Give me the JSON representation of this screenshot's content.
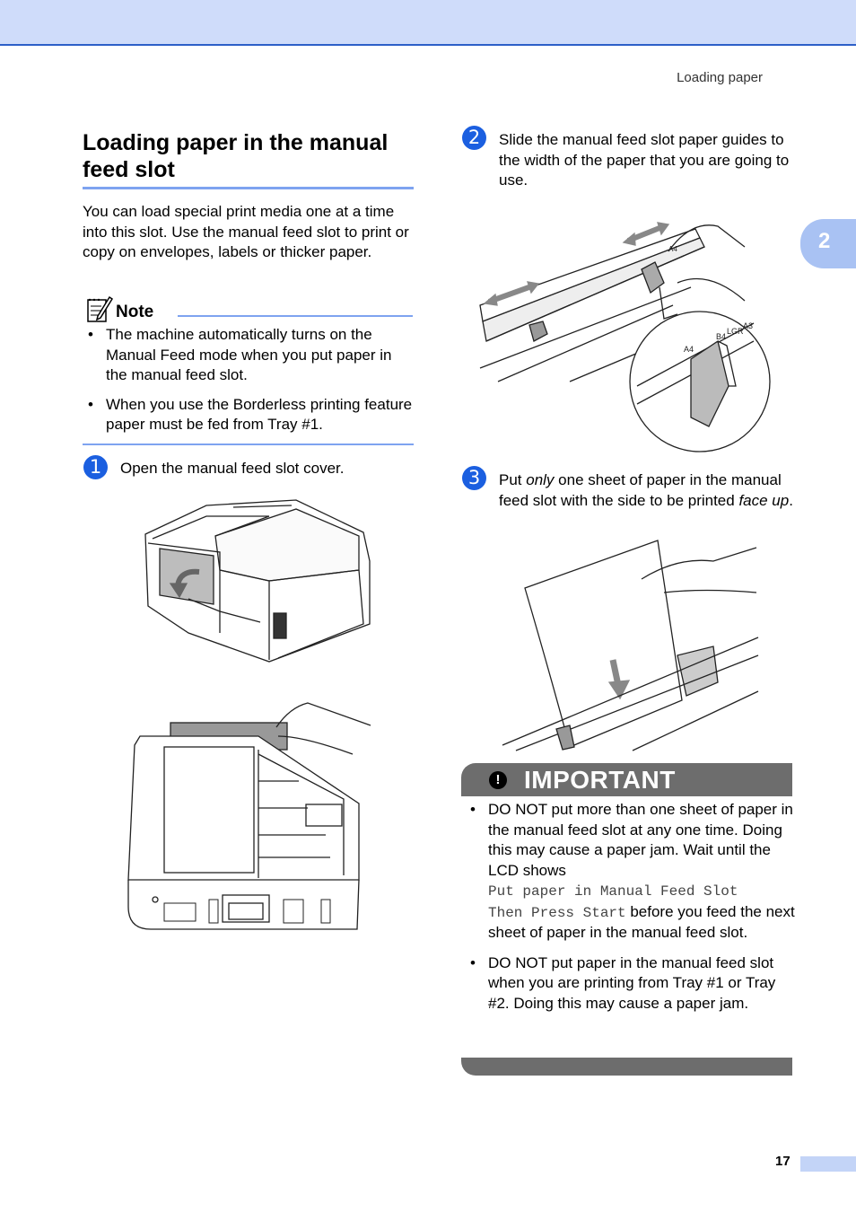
{
  "header": {
    "running_title": "Loading paper",
    "chapter": "2"
  },
  "section": {
    "title": "Loading paper in the manual feed slot",
    "intro": "You can load special print media one at a time into this slot. Use the manual feed slot to print or copy on envelopes, labels or thicker paper."
  },
  "note": {
    "label": "Note",
    "items": [
      "The machine automatically turns on the Manual Feed mode when you put paper in the manual feed slot.",
      "When you use the Borderless printing feature paper must be fed from Tray #1."
    ]
  },
  "steps": [
    {
      "number": "1",
      "text": "Open the manual feed slot cover."
    },
    {
      "number": "2",
      "text": "Slide the manual feed slot paper guides to the width of the paper that you are going to use."
    },
    {
      "number": "3",
      "text_before": "Put ",
      "text_em1": "only",
      "text_mid": " one sheet of paper in the manual feed slot with the side to be printed ",
      "text_em2": "face up",
      "text_after": "."
    }
  ],
  "important": {
    "label": "IMPORTANT",
    "item1_a": "DO NOT put more than one sheet of paper in the manual feed slot at any one time. Doing this may cause a paper jam. Wait until the LCD shows",
    "item1_lcd1": "Put paper in Manual Feed Slot",
    "item1_lcd2": "Then Press Start",
    "item1_b": " before you feed the next sheet of paper in the manual feed slot.",
    "item2": "DO NOT put paper in the manual feed slot when you are printing from Tray #1 or Tray #2. Doing this may cause a paper jam."
  },
  "illustrations": {
    "guide_labels": [
      "A4",
      "B4",
      "LGR",
      "A3"
    ]
  },
  "footer": {
    "page_number": "17"
  },
  "colors": {
    "accent_blue": "#1b5fe0",
    "rule_blue": "#7ea3f0",
    "top_bar": "#cfdcfa",
    "important_bar": "#6d6d6d"
  }
}
